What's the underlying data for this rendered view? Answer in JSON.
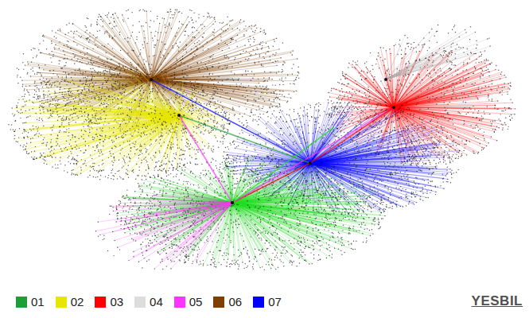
{
  "diagram": {
    "labels": [
      "YESBIL"
    ],
    "legend": [
      {
        "text": "01",
        "color": "#1e9e37"
      },
      {
        "text": "02",
        "color": "#e6e600"
      },
      {
        "text": "03",
        "color": "#ff0000"
      },
      {
        "text": "04",
        "color": "#dddddd"
      },
      {
        "text": "05",
        "color": "#ff33ff"
      },
      {
        "text": "06",
        "color": "#7f3f00"
      },
      {
        "text": "07",
        "color": "#0000ff"
      }
    ]
  }
}
